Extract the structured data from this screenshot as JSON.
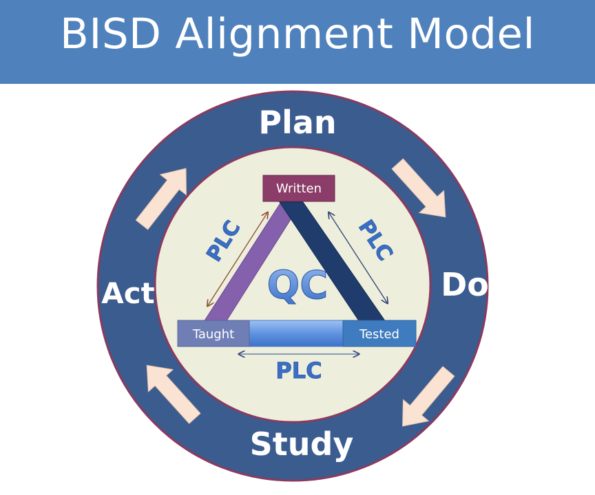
{
  "title": "BISD Alignment Model",
  "cycle": {
    "top": "Plan",
    "right": "Do",
    "bottom": "Study",
    "left": "Act"
  },
  "triangle": {
    "apex": "Written",
    "bottom_left": "Taught",
    "bottom_right": "Tested"
  },
  "center": "QC",
  "plc": {
    "left": "PLC",
    "right": "PLC",
    "bottom": "PLC"
  },
  "colors": {
    "header": "#4f81bd",
    "ring": "#3b5c8f",
    "ring_border": "#8a3a5f",
    "inner_fill": "#eeeedc",
    "written_box": "#8b3c68",
    "taught_box": "#6f7fb5",
    "tested_box": "#3f7bbf",
    "left_bar": "#8560ac",
    "right_bar": "#1f3c6c",
    "bottom_bar": "#5c8fde",
    "plc_text": "#3a6fc4",
    "arrow_fill": "#fbe3d3"
  }
}
